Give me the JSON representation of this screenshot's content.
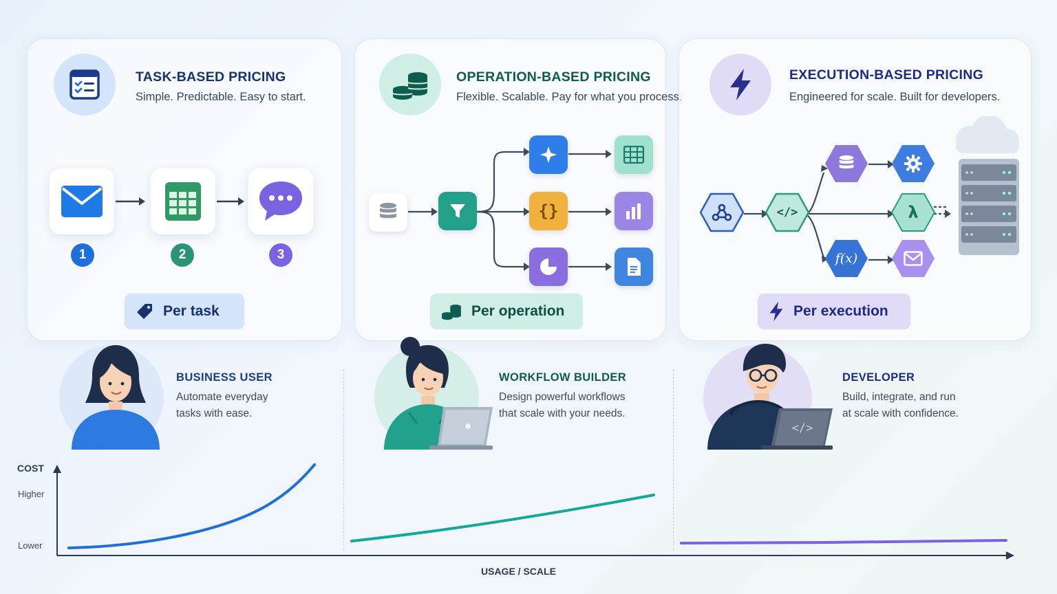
{
  "cards": [
    {
      "title": "TASK-BASED PRICING",
      "subtitle": "Simple. Predictable. Easy to start.",
      "pill": "Per task",
      "color": "#16336f",
      "steps": [
        "1",
        "2",
        "3"
      ]
    },
    {
      "title": "OPERATION-BASED PRICING",
      "subtitle": "Flexible. Scalable. Pay for what\nyou process.",
      "pill": "Per operation",
      "color": "#0f5c4e"
    },
    {
      "title": "EXECUTION-BASED PRICING",
      "subtitle": "Engineered for scale.\nBuilt for developers.",
      "pill": "Per execution",
      "color": "#1f2a86"
    }
  ],
  "personas": [
    {
      "title": "BUSINESS USER",
      "desc": "Automate everyday\ntasks with ease.",
      "color": "#1c3e86"
    },
    {
      "title": "WORKFLOW BUILDER",
      "desc": "Design powerful workflows\n that scale with your needs.",
      "color": "#0f5c4e"
    },
    {
      "title": "DEVELOPER",
      "desc": "Build, integrate, and run\nat scale with confidence.",
      "color": "#1f2a86"
    }
  ],
  "chart": {
    "y_title": "COST",
    "y_high": "Higher",
    "y_low": "Lower",
    "x_title": "USAGE / SCALE"
  },
  "colors": {
    "task": "#1e6fd9",
    "operation": "#14a89a",
    "execution": "#7b62e0"
  }
}
